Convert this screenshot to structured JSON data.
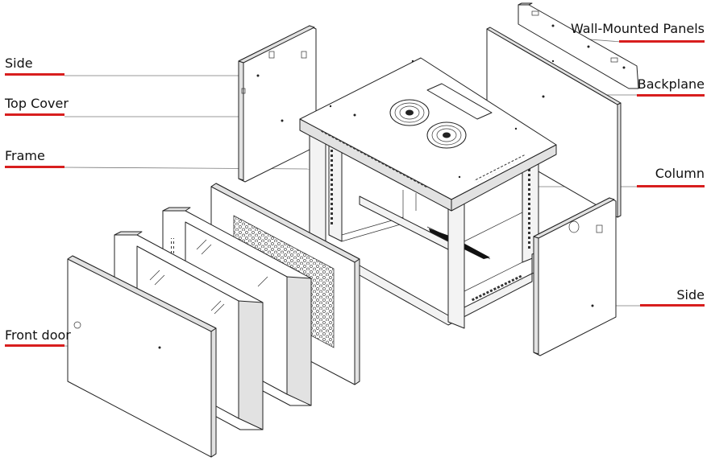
{
  "labels": {
    "side_left": "Side",
    "top_cover": "Top Cover",
    "frame": "Frame",
    "front_door": "Front door",
    "wall_mounted_panels": "Wall-Mounted Panels",
    "backplane": "Backplane",
    "column": "Column",
    "side_right": "Side"
  },
  "colors": {
    "label_underline": "#d81e1e",
    "line_art": "#222222",
    "leader_line": "#777777"
  },
  "icons": [
    "exploded-cabinet-drawing",
    "fan-icon"
  ]
}
